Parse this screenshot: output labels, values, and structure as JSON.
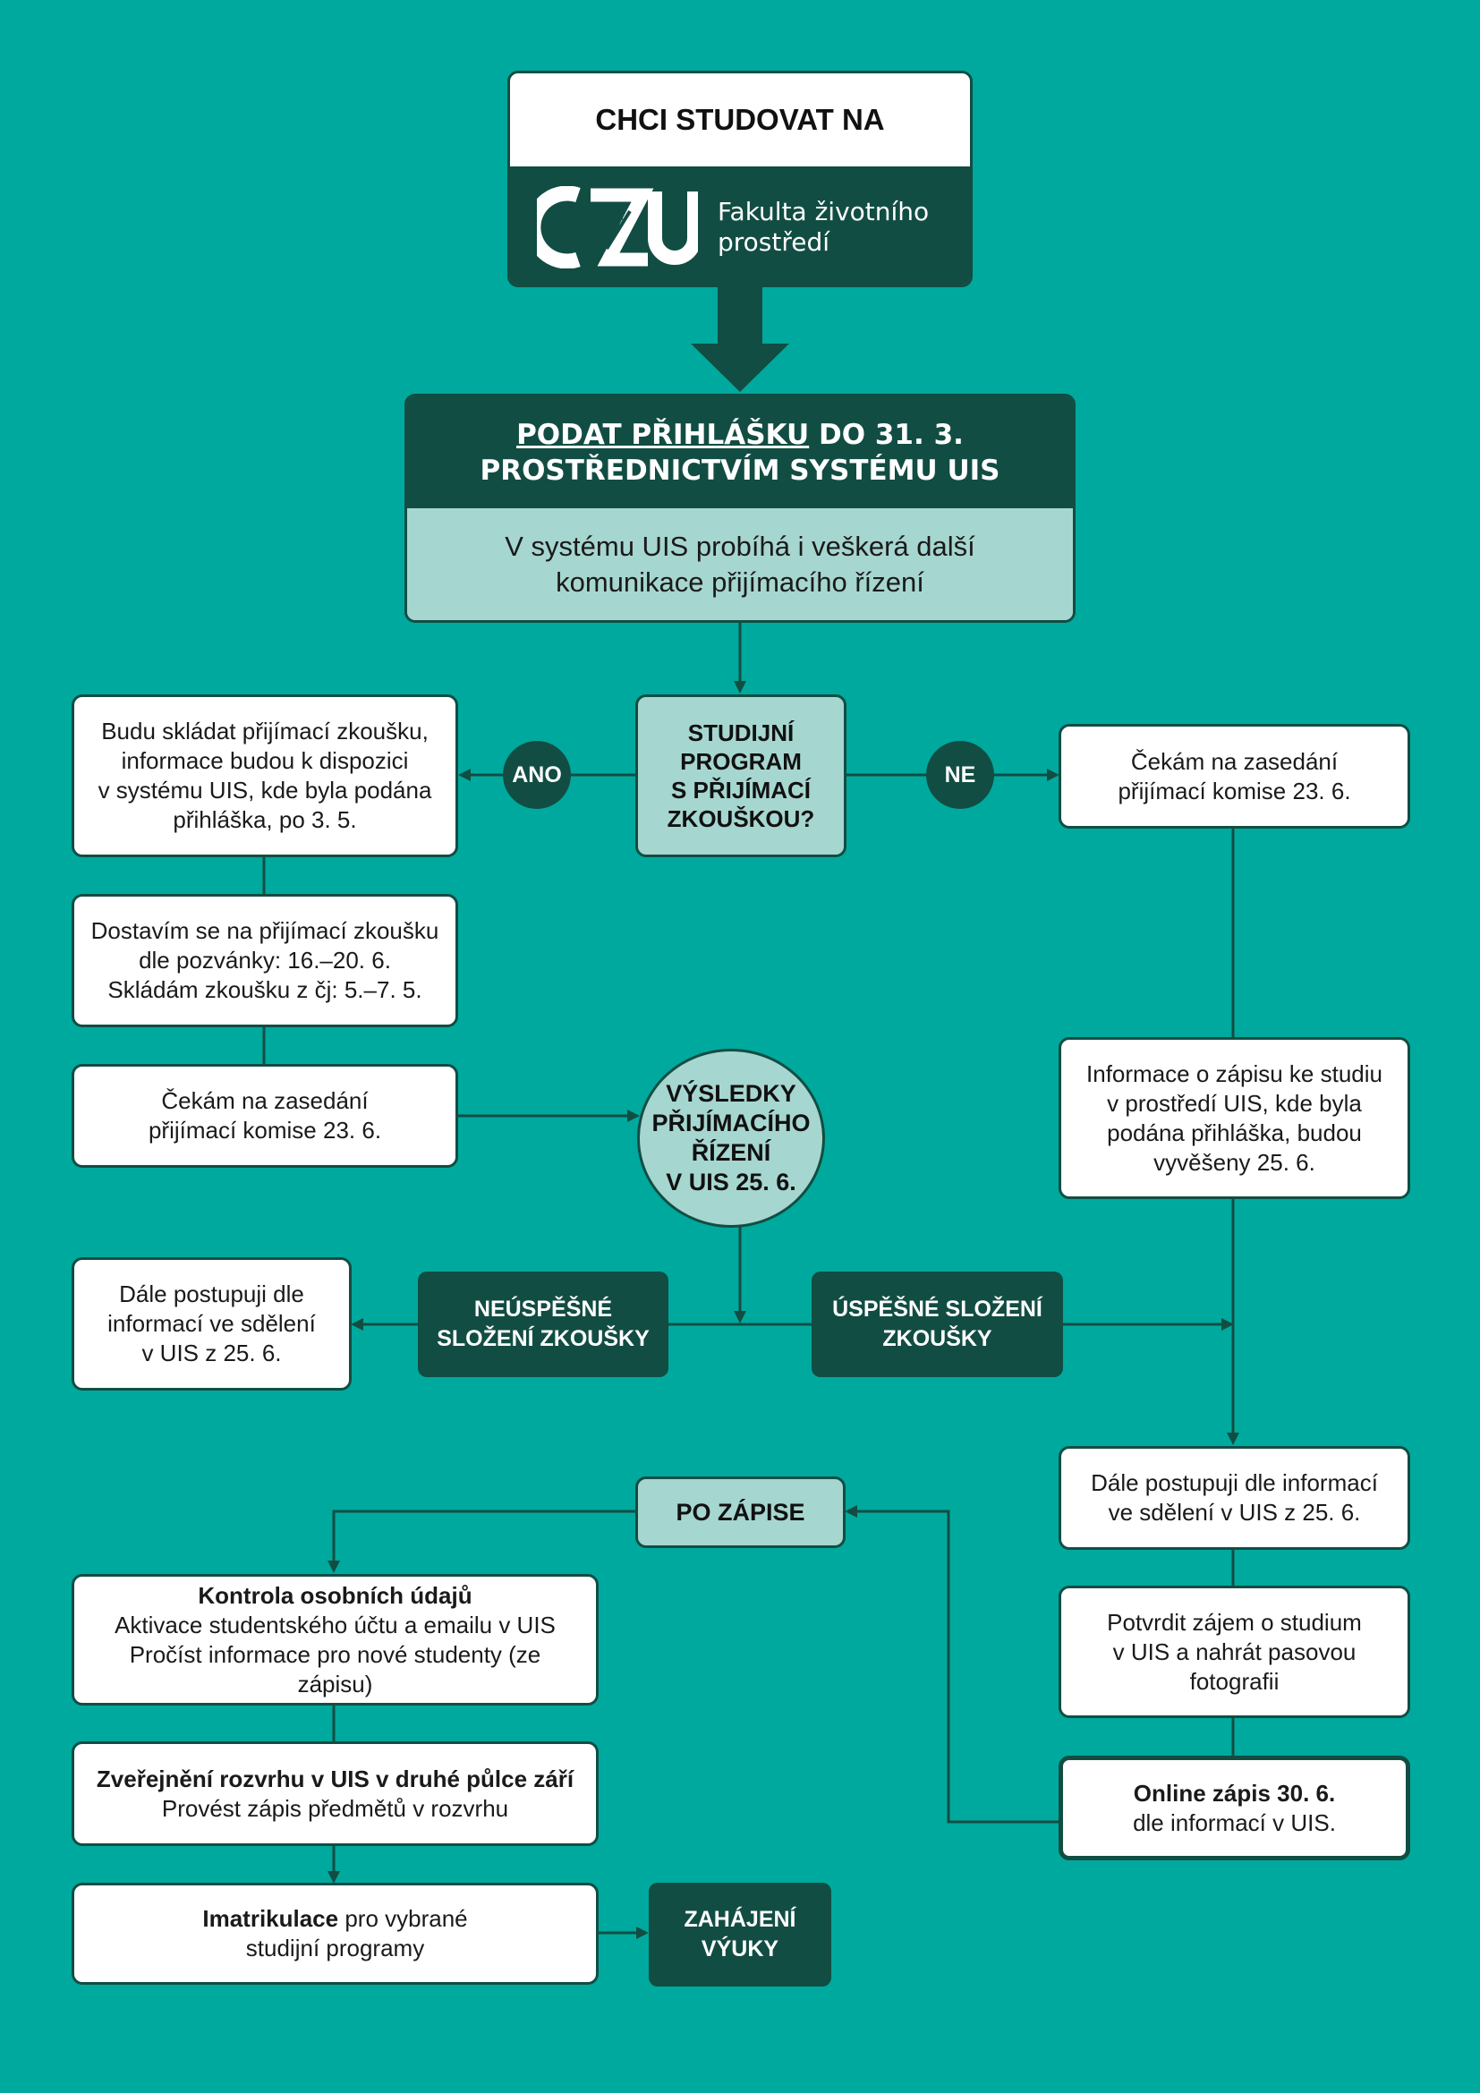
{
  "header": {
    "title": "CHCI STUDOVAT NA",
    "logo_text": "CZU",
    "faculty_line1": "Fakulta životního",
    "faculty_line2": "prostředí"
  },
  "submit": {
    "title_underlined": "PODAT PŘIHLÁŠKU",
    "title_rest": " DO 31. 3.",
    "title_line2": "PROSTŘEDNICTVÍM SYSTÉMU UIS",
    "note_line1": "V systému UIS probíhá i veškerá další",
    "note_line2": "komunikace přijímacího řízení"
  },
  "decision": {
    "lines": [
      "STUDIJNÍ",
      "PROGRAM",
      "S PŘIJÍMACÍ",
      "ZKOUŠKOU?"
    ],
    "yes": "ANO",
    "no": "NE"
  },
  "left_branch": {
    "exam_info": [
      "Budu skládat přijímací zkoušku,",
      "informace budou k dispozici",
      "v systému UIS, kde byla podána",
      "přihláška, po 3. 5."
    ],
    "attend_exam": [
      "Dostavím se na přijímací zkoušku",
      "dle pozvánky: 16.–20. 6.",
      "Skládám zkoušku z čj: 5.–7. 5."
    ],
    "wait_committee": [
      "Čekám na zasedání",
      "přijímací komise 23. 6."
    ],
    "fail_next": [
      "Dále postupuji dle",
      "informací ve sdělení",
      "v UIS z 25. 6."
    ]
  },
  "right_branch": {
    "wait_committee": [
      "Čekám na zasedání",
      "přijímací komise 23. 6."
    ],
    "enroll_info": [
      "Informace o zápisu ke studiu",
      "v prostředí UIS, kde byla",
      "podána přihláška, budou",
      "vyvěšeny 25. 6."
    ],
    "next_steps": [
      "Dále postupuji dle informací",
      "ve sdělení v UIS z 25. 6."
    ],
    "confirm": [
      "Potvrdit zájem o studium",
      "v UIS a nahrát pasovou",
      "fotografii"
    ],
    "online_bold": "Online zápis 30. 6.",
    "online_rest": "dle informací v UIS."
  },
  "results": {
    "lines": [
      "VÝSLEDKY",
      "PŘIJÍMACÍHO",
      "ŘÍZENÍ",
      "V UIS 25. 6."
    ],
    "fail": [
      "NEÚSPĚŠNÉ",
      "SLOŽENÍ ZKOUŠKY"
    ],
    "pass": [
      "ÚSPĚŠNÉ SLOŽENÍ",
      "ZKOUŠKY"
    ]
  },
  "after": {
    "label": "PO ZÁPISE",
    "check_bold": "Kontrola osobních údajů",
    "check_lines": [
      "Aktivace studentského účtu a emailu v UIS",
      "Pročíst informace pro nové studenty (ze zápisu)"
    ],
    "schedule_bold": "Zveřejnění rozvrhu v UIS v druhé půlce září",
    "schedule_line": "Provést zápis předmětů v rozvrhu",
    "matric_bold": "Imatrikulace",
    "matric_rest": " pro vybrané",
    "matric_line2": "studijní programy",
    "start": [
      "ZAHÁJENÍ",
      "VÝUKY"
    ]
  },
  "colors": {
    "background": "#00a99d",
    "dark": "#124d43",
    "light": "#a6d6d0",
    "white": "#ffffff"
  }
}
